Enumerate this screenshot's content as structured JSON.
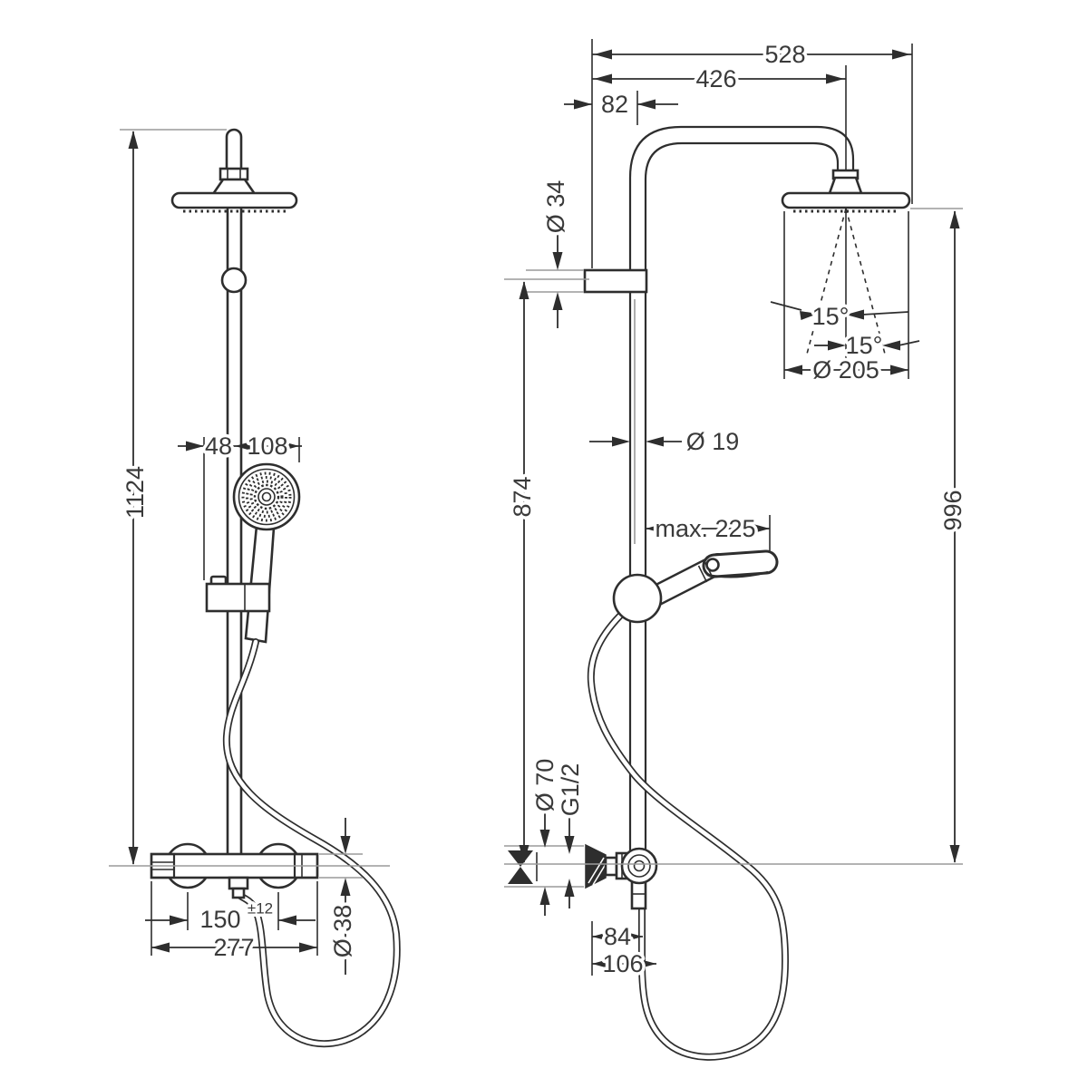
{
  "colors": {
    "background": "#ffffff",
    "line": "#2e2e2e",
    "aux_line": "#9a9a9a",
    "text": "#3a3a3a"
  },
  "front_view": {
    "dims": {
      "overall_height": "1124",
      "slider_offset": "48",
      "handshower_diameter": "108",
      "connection_distance": "150",
      "connection_tolerance": "±12",
      "mixer_width": "277",
      "mixer_diameter": "Ø 38"
    }
  },
  "side_view": {
    "dims": {
      "overall_depth": "528",
      "arm_projection": "426",
      "wall_offset": "82",
      "bracket_diameter": "Ø 34",
      "bar_height": "874",
      "pipe_diameter": "Ø 19",
      "handshower_projection": "max. 225",
      "head_height": "996",
      "spray_angle_left": "15°",
      "spray_angle_right": "15°",
      "head_diameter": "Ø 205",
      "escutcheon_diameter": "Ø 70",
      "connection_thread": "G1/2",
      "outlet_offset": "84",
      "hose_offset": "106"
    }
  }
}
